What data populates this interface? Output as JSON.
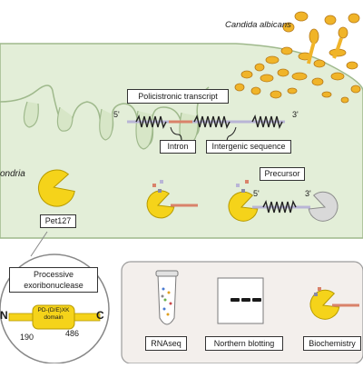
{
  "organism": {
    "label": "Candida albicans"
  },
  "mitochondria": {
    "label": "mitochondria",
    "shown_text": "ondria"
  },
  "transcript": {
    "title": "Policistronic transcript",
    "five_prime": "5'",
    "three_prime": "3'",
    "intron_label": "Intron",
    "intergenic_label": "Intergenic sequence"
  },
  "protein": {
    "label": "Pet127"
  },
  "precursor": {
    "label": "Precursor",
    "five_prime": "5'",
    "three_prime": "3'"
  },
  "domain_box": {
    "title_line1": "Processive",
    "title_line2": "exoribonuclease",
    "n_term": "N",
    "c_term": "C",
    "domain_line1": "PD-(D/E)XK",
    "domain_line2": "domain",
    "start": "190",
    "end": "486"
  },
  "methods": {
    "rnaseq": "RNAseq",
    "northern": "Northern blotting",
    "biochem": "Biochemistry"
  },
  "colors": {
    "mito": "#e3eed8",
    "mito_edge": "#9fb98c",
    "yeast": "#f0b429",
    "pet127": "#f5d31a",
    "rna_line": "#b9b5d6",
    "intron": "#d9826a",
    "methods_bg": "#f3efec"
  }
}
